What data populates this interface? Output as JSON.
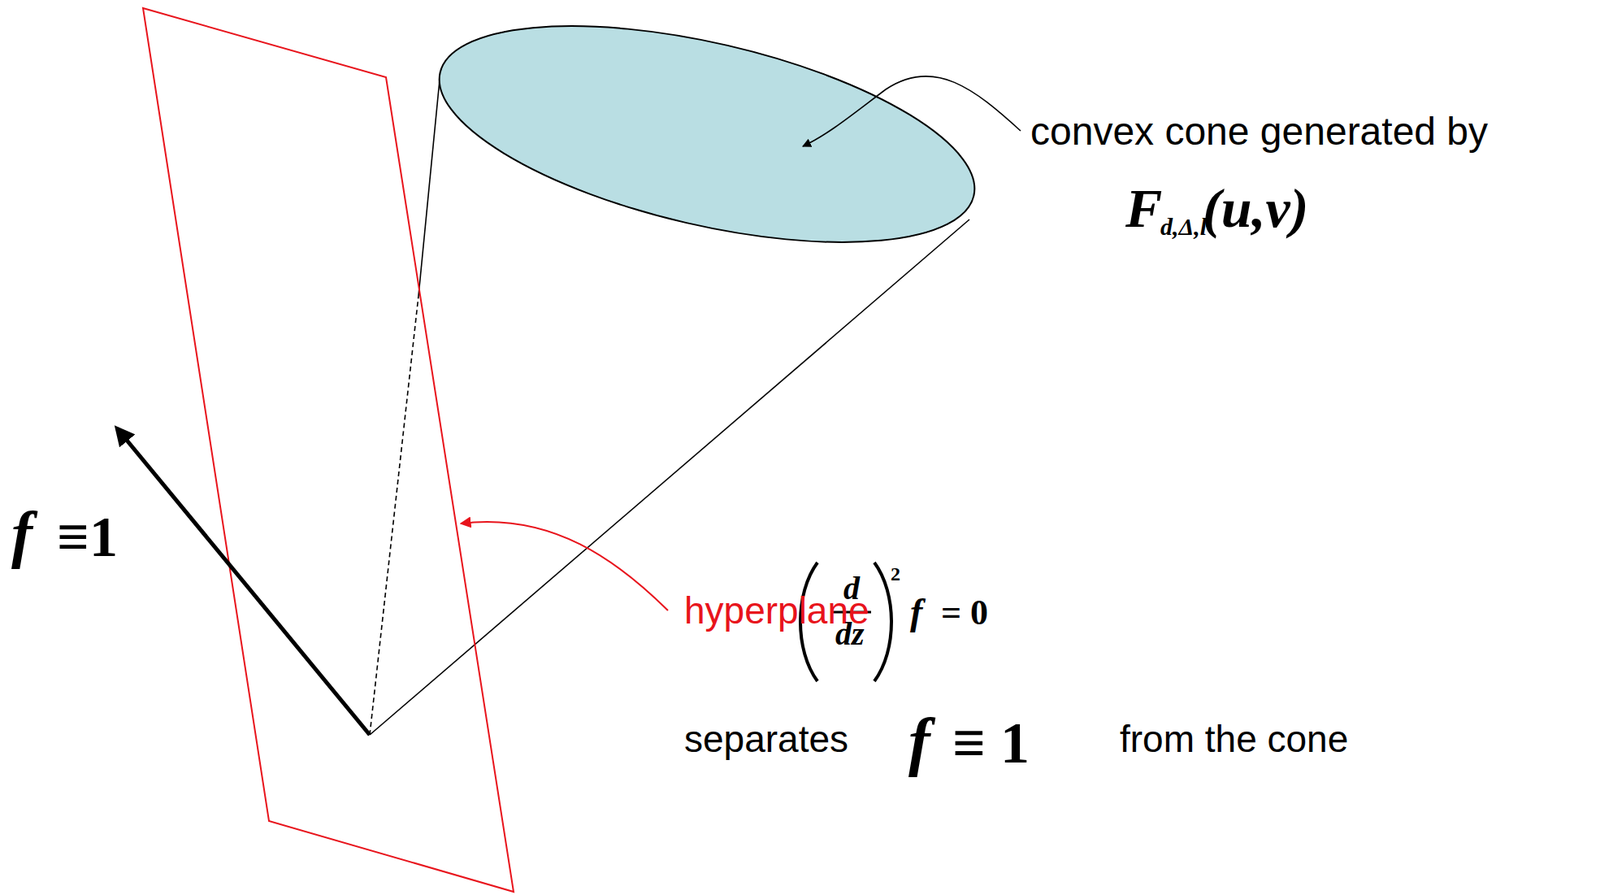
{
  "diagram": {
    "labels": [
      "convex cone generated by",
      "F",
      "d,Δ,l",
      "(u,v)",
      "f",
      "≡1",
      "hyperplane",
      "d",
      "dz",
      "2",
      "f",
      "= 0",
      "separates",
      "f",
      "≡ 1",
      "from the cone"
    ]
  }
}
